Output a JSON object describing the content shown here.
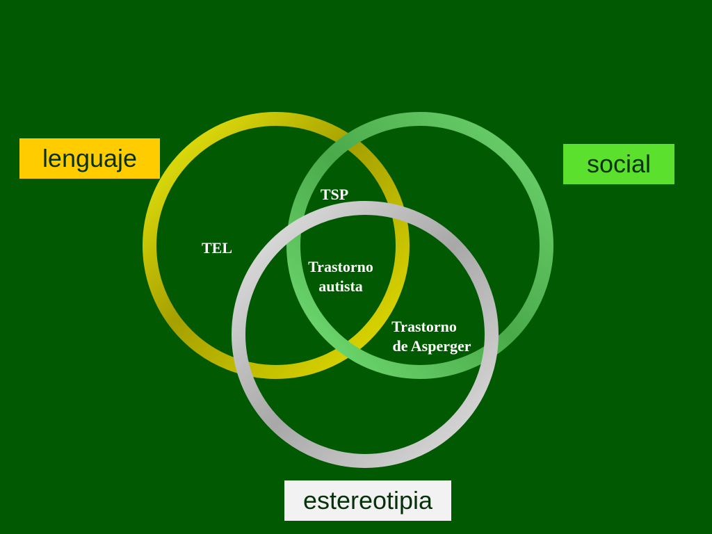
{
  "categories": {
    "lenguaje": {
      "label": "lenguaje",
      "color": "#ffcc00"
    },
    "social": {
      "label": "social",
      "color": "#5ce02e"
    },
    "estereotipia": {
      "label": "estereotipia",
      "color": "#f2f2f2"
    }
  },
  "rings": {
    "lenguaje": {
      "color": "#d8d400",
      "shadow": "#9a9a00"
    },
    "social": {
      "color": "#6ad46a",
      "shadow": "#3f9a3f"
    },
    "estereotipia": {
      "color": "#d4d4d4",
      "shadow": "#9a9a9a"
    }
  },
  "regions": {
    "tel": "TEL",
    "tsp": "TSP",
    "autista": [
      "Trastorno",
      "autista"
    ],
    "asperger": [
      "Trastorno",
      "de Asperger"
    ]
  }
}
